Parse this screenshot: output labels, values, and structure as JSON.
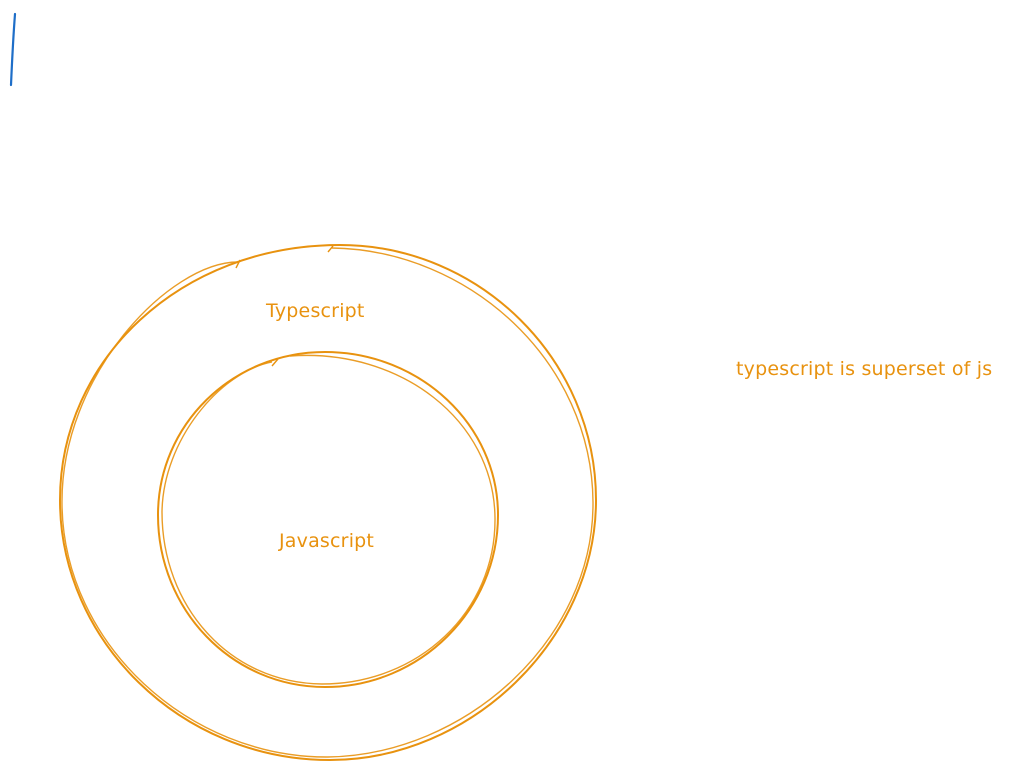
{
  "diagram": {
    "outer_label": "Typescript",
    "inner_label": "Javascript",
    "note": "typescript is superset of js"
  },
  "colors": {
    "stroke": "#e8920f",
    "text": "#e8920f",
    "cursor": "#1e6ec8",
    "background": "#ffffff"
  }
}
